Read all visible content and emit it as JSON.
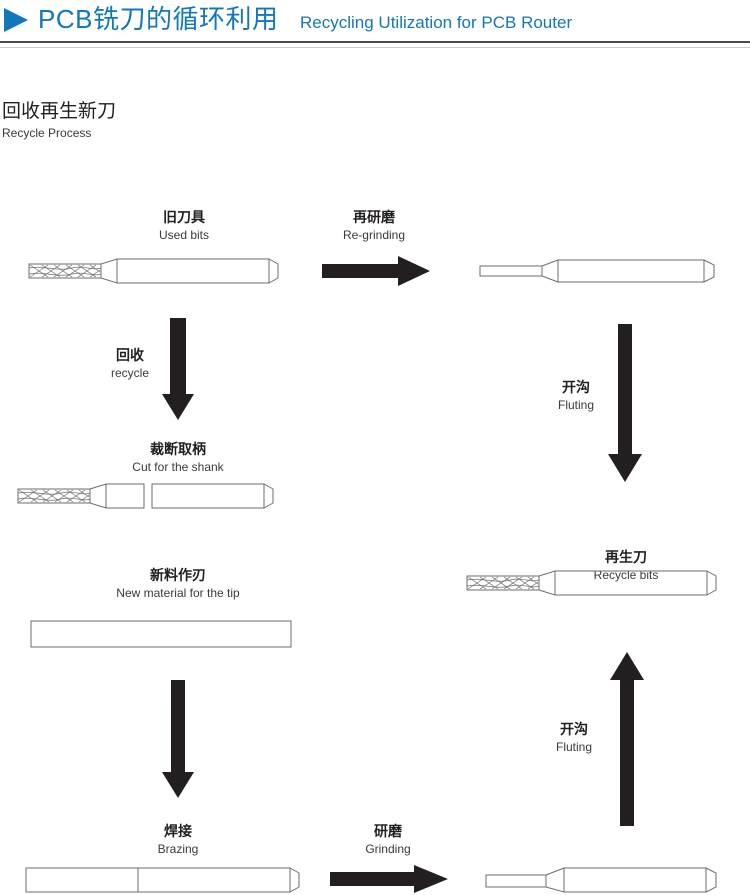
{
  "header": {
    "triangle_icon": "triangle-right-icon",
    "title_cn": "PCB铣刀的循环利用",
    "title_en": "Recycling Utilization for PCB Router",
    "accent_color": "#1277bc",
    "rule_color": "#4a4a4a"
  },
  "section": {
    "title_cn": "回收再生新刀",
    "title_en": "Recycle Process"
  },
  "diagram": {
    "line_color": "#6d6d6d",
    "arrow_color": "#231f20",
    "steps": [
      {
        "id": "used-bits",
        "cn": "旧刀具",
        "en": "Used bits"
      },
      {
        "id": "re-grinding",
        "cn": "再研磨",
        "en": "Re-grinding"
      },
      {
        "id": "recycle",
        "cn": "回收",
        "en": "recycle"
      },
      {
        "id": "cut-for-shank",
        "cn": "裁断取柄",
        "en": "Cut for the shank"
      },
      {
        "id": "fluting-upper",
        "cn": "开沟",
        "en": "Fluting"
      },
      {
        "id": "recycle-bits",
        "cn": "再生刀",
        "en": "Recycle bits"
      },
      {
        "id": "new-material",
        "cn": "新料作刃",
        "en": "New material for the tip"
      },
      {
        "id": "fluting-lower",
        "cn": "开沟",
        "en": "Fluting"
      },
      {
        "id": "brazing",
        "cn": "焊接",
        "en": "Brazing"
      },
      {
        "id": "grinding",
        "cn": "研磨",
        "en": "Grinding"
      }
    ],
    "arrows": [
      {
        "id": "re-grinding-arrow",
        "direction": "right",
        "labelled": true
      },
      {
        "id": "recycle-arrow",
        "direction": "down",
        "labelled": true
      },
      {
        "id": "fluting-upper-arrow",
        "direction": "down",
        "labelled": true
      },
      {
        "id": "new-material-arrow",
        "direction": "down",
        "labelled": false
      },
      {
        "id": "grinding-arrow",
        "direction": "right",
        "labelled": true
      },
      {
        "id": "fluting-lower-arrow",
        "direction": "up",
        "labelled": true
      }
    ]
  }
}
